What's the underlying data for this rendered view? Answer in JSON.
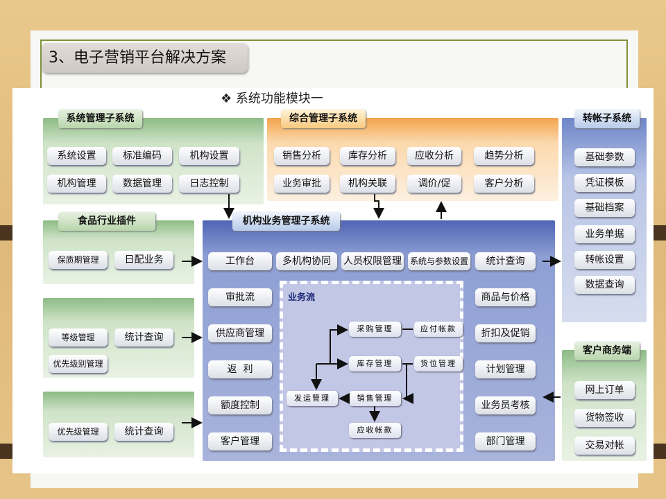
{
  "title": "3、电子营销平台解决方案",
  "subtitle": "❖  系统功能模块一",
  "system_mgmt": {
    "label": "系统管理子系统",
    "items": [
      "系统设置",
      "标准编码",
      "机构设置",
      "机构管理",
      "数据管理",
      "日志控制"
    ]
  },
  "integrated_mgmt": {
    "label": "综合管理子系统",
    "items": [
      "销售分析",
      "库存分析",
      "应收分析",
      "趋势分析",
      "业务审批",
      "机构关联",
      "调价/促",
      "客户分析"
    ]
  },
  "transfer": {
    "label": "转帐子系统",
    "items": [
      "基础参数",
      "凭证模板",
      "基础档案",
      "业务单据",
      "转帐设置",
      "数据查询"
    ]
  },
  "food_plugin": {
    "label": "食品行业插件",
    "items": [
      "保质期管理",
      "日配业务"
    ]
  },
  "plugin2": {
    "items": [
      "等级管理",
      "统计查询",
      "优先级别管理"
    ]
  },
  "plugin3": {
    "items": [
      "优先级管理",
      "统计查询"
    ]
  },
  "org_business": {
    "label": "机构业务管理子系统",
    "top": [
      "工作台",
      "多机构协同",
      "人员权限管理",
      "系统与参数设置",
      "统计查询"
    ],
    "left": [
      "审批流",
      "供应商管理",
      "返  利",
      "额度控制",
      "客户管理"
    ],
    "right": [
      "商品与价格",
      "折扣及促销",
      "计划管理",
      "业务员考核",
      "部门管理"
    ]
  },
  "business_flow": {
    "label": "业务流",
    "items": [
      "采购管理",
      "应付帐款",
      "库存管理",
      "货位管理",
      "发运管理",
      "销售管理",
      "应收帐款"
    ]
  },
  "customer": {
    "label": "客户商务端",
    "items": [
      "网上订单",
      "货物签收",
      "交易对帐"
    ]
  }
}
